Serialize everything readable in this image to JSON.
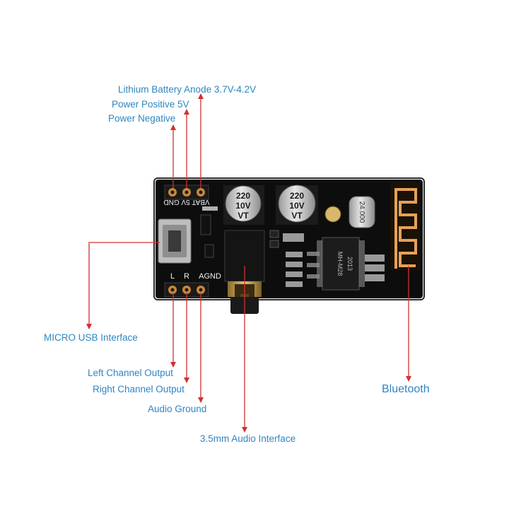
{
  "labels": {
    "battery_anode": "Lithium Battery Anode 3.7V-4.2V",
    "power_positive": "Power Positive 5V",
    "power_negative": "Power Negative",
    "micro_usb": "MICRO USB Interface",
    "left_channel": "Left Channel Output",
    "right_channel": "Right Channel Output",
    "audio_ground": "Audio Ground",
    "audio_interface": "3.5mm Audio Interface",
    "bluetooth": "Bluetooth"
  },
  "board": {
    "top_pins": "VBAT 5V GND",
    "bottom_pin_l": "L",
    "bottom_pin_r": "R",
    "bottom_pin_agnd": "AGND",
    "cap1_value": "220",
    "cap1_voltage": "10V",
    "cap1_series": "VT",
    "cap2_value": "220",
    "cap2_voltage": "10V",
    "cap2_series": "VT",
    "crystal": "24.000",
    "chip_line1": "MH-M28",
    "chip_line2": "2013"
  },
  "colors": {
    "label_text": "#2e86c1",
    "arrow": "#d32f2f",
    "pcb": "#0d0d0d",
    "silkscreen": "#f2f2f2",
    "antenna": "#e6a15a"
  }
}
